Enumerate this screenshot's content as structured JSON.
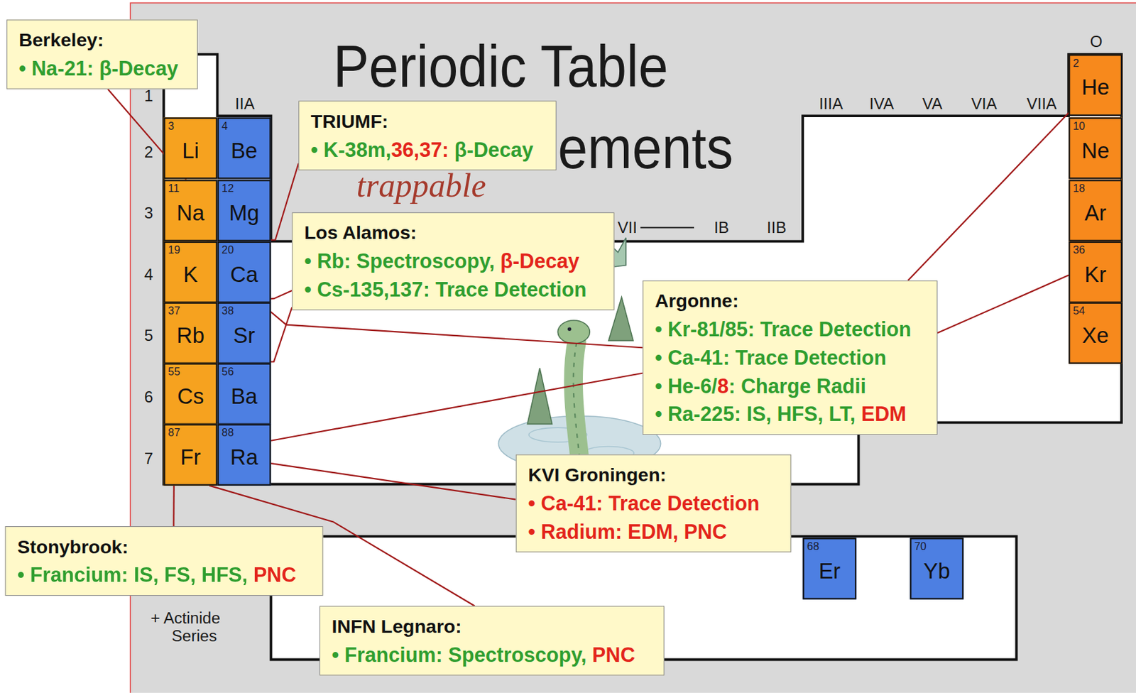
{
  "diagram": {
    "title": "Periodic Table",
    "nodes": [
      {
        "text": [
          "Berkeley:",
          "• Na-21: β-Decay"
        ]
      },
      {
        "text": [
          "2",
          "He"
        ]
      },
      {
        "text": [
          "TRIUMF:",
          "• K-38m,",
          "36,37:",
          "β-Decay"
        ]
      },
      {
        "text": [
          "3",
          "Li"
        ]
      },
      {
        "text": [
          "4",
          "Be"
        ]
      },
      {
        "text": [
          "10",
          "Ne"
        ]
      },
      {
        "text": [
          "11",
          "Na"
        ]
      },
      {
        "text": [
          "12",
          "Mg"
        ]
      },
      {
        "text": [
          "18",
          "Ar"
        ]
      },
      {
        "text": [
          "Los Alamos:",
          "• Rb: Spectroscopy,",
          "β-Decay",
          "• Cs-135,137: Trace Detection"
        ]
      },
      {
        "text": [
          "19",
          "K"
        ]
      },
      {
        "text": [
          "20",
          "Ca"
        ]
      },
      {
        "text": [
          "36",
          "Kr"
        ]
      },
      {
        "text": [
          "Argonne:",
          "• Kr-81/85: Trace Detection",
          "• Ca-41: Trace Detection",
          "• He-6/",
          "8",
          ": Charge Radii",
          "• Ra-225: IS, HFS, LT,",
          "EDM"
        ]
      },
      {
        "text": [
          "37",
          "Rb"
        ]
      },
      {
        "text": [
          "38",
          "Sr"
        ]
      },
      {
        "text": [
          "54",
          "Xe"
        ]
      },
      {
        "text": [
          "55",
          "Cs"
        ]
      },
      {
        "text": [
          "56",
          "Ba"
        ]
      },
      {
        "text": [
          "87",
          "Fr"
        ]
      },
      {
        "text": [
          "88",
          "Ra"
        ]
      },
      {
        "text": [
          "KVI Groningen:",
          "• Ca-41: Trace Detection",
          "• Radium: EDM, PNC"
        ]
      },
      {
        "text": [
          "Stonybrook:",
          "• Francium: IS, FS, HFS,",
          "PNC"
        ]
      },
      {
        "text": [
          "68",
          "Er"
        ]
      },
      {
        "text": [
          "70",
          "Yb"
        ]
      },
      {
        "text": [
          "INFN Legnaro:",
          "• Francium: Spectroscopy,",
          "PNC"
        ]
      }
    ],
    "edges": [
      {
        "from": 0,
        "to": 6,
        "arrow": "none"
      },
      {
        "from": 2,
        "to": 10,
        "arrow": "none"
      },
      {
        "from": 9,
        "to": 14,
        "arrow": "none"
      },
      {
        "from": 9,
        "to": 17,
        "arrow": "none"
      },
      {
        "from": 13,
        "to": 1,
        "arrow": "none"
      },
      {
        "from": 13,
        "to": 12,
        "arrow": "none"
      },
      {
        "from": 13,
        "to": 11,
        "arrow": "none"
      },
      {
        "from": 13,
        "to": 20,
        "arrow": "none"
      },
      {
        "from": 21,
        "to": 20,
        "arrow": "none"
      },
      {
        "from": 22,
        "to": 19,
        "arrow": "none"
      },
      {
        "from": 25,
        "to": 19,
        "arrow": "none"
      }
    ],
    "labels": [
      "ements",
      "trappable",
      "IIA",
      "IIIA",
      "IVA",
      "VA",
      "VIA",
      "VIIA",
      "O",
      "VII",
      "IB",
      "IIB",
      "1",
      "2",
      "3",
      "4",
      "5",
      "6",
      "7",
      "+ Actinide Series"
    ]
  }
}
